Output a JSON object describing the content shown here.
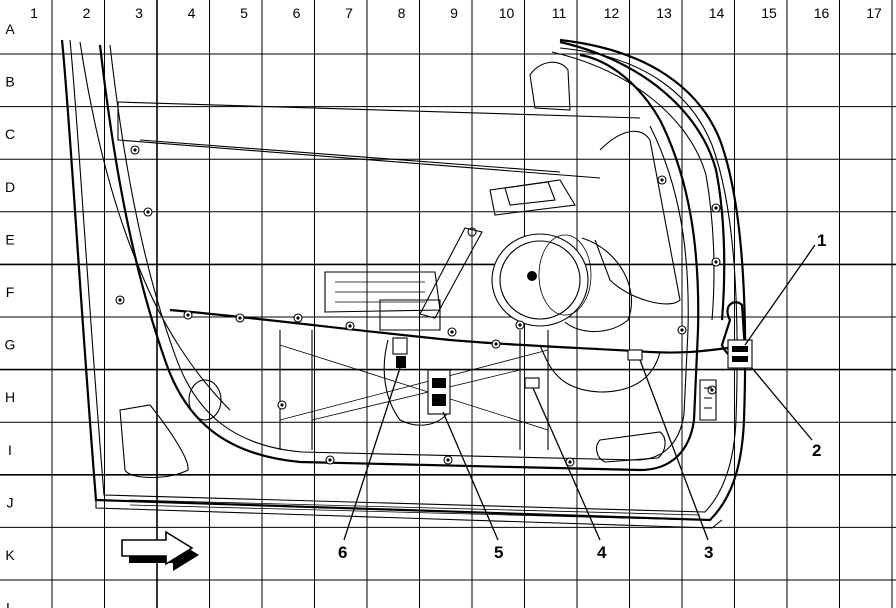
{
  "grid": {
    "columns": [
      "1",
      "2",
      "3",
      "4",
      "5",
      "6",
      "7",
      "8",
      "9",
      "10",
      "11",
      "12",
      "13",
      "14",
      "15",
      "16",
      "17"
    ],
    "rows": [
      "A",
      "B",
      "C",
      "D",
      "E",
      "F",
      "G",
      "H",
      "I",
      "J",
      "K",
      "L"
    ]
  },
  "callouts": [
    {
      "label": "1",
      "part": "door-harness-connector"
    },
    {
      "label": "2",
      "part": "door-harness-grommet"
    },
    {
      "label": "3",
      "part": "harness-clip-rear"
    },
    {
      "label": "4",
      "part": "harness-clip-center"
    },
    {
      "label": "5",
      "part": "window-motor-connector"
    },
    {
      "label": "6",
      "part": "harness-clip-front"
    }
  ],
  "icons": {
    "direction_arrow": "front-direction-arrow-icon"
  }
}
